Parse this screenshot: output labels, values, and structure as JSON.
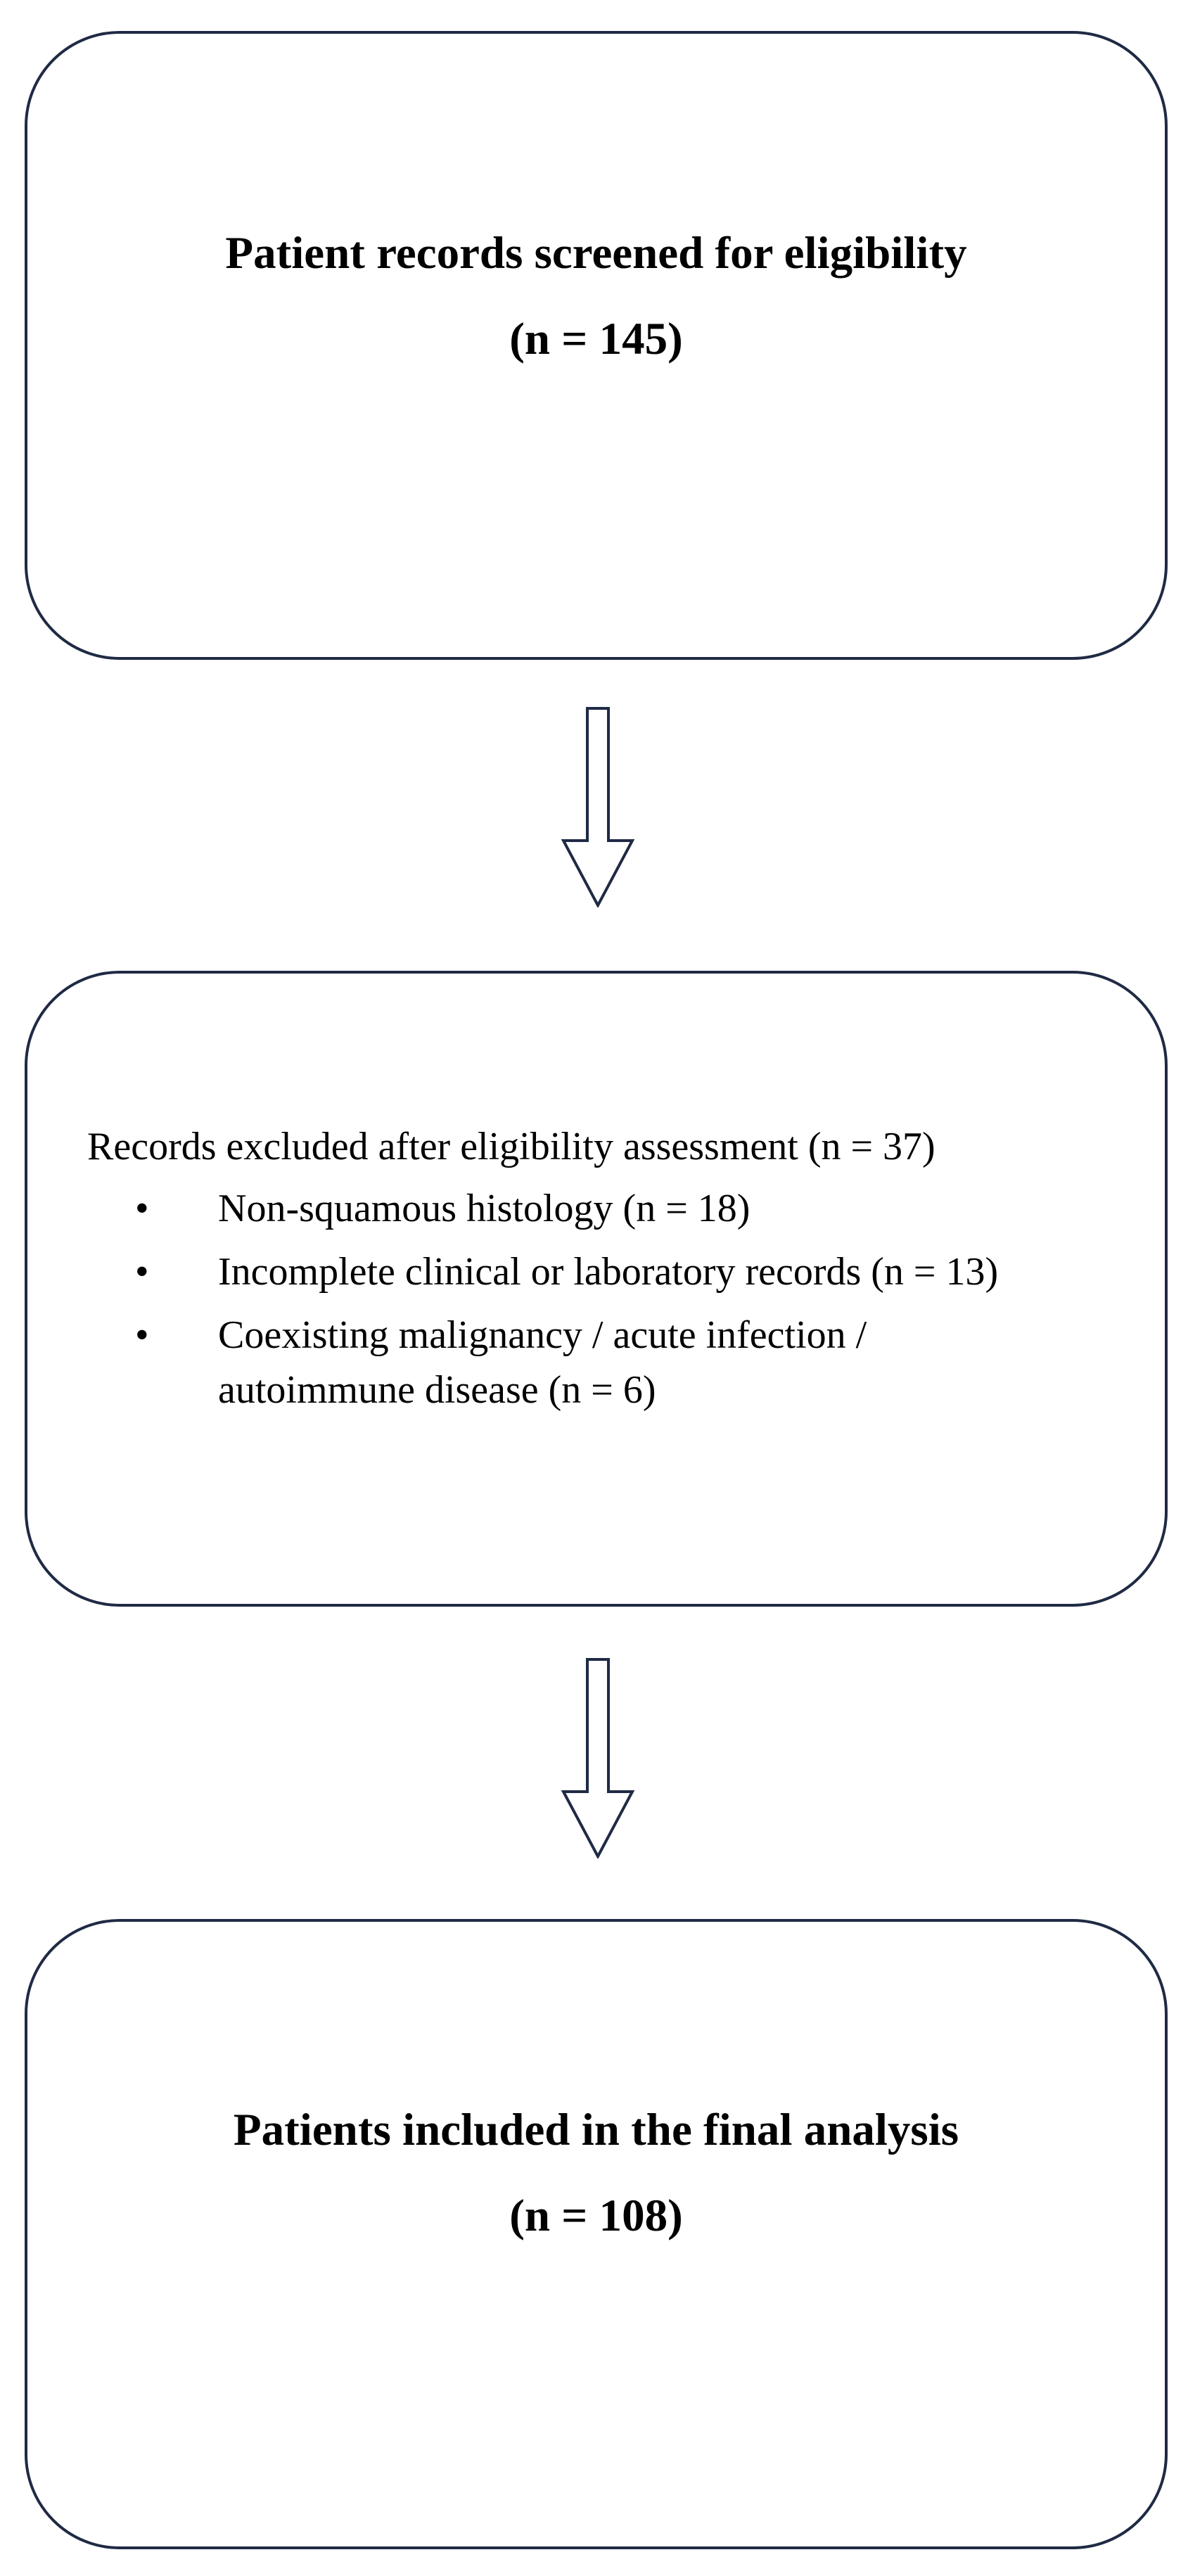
{
  "flow": {
    "screened": {
      "title": "Patient records screened for eligibility",
      "count": "(n = 145)"
    },
    "excluded": {
      "heading": "Records excluded after eligibility assessment (n = 37)",
      "bullet_glyph": "•",
      "reasons": [
        {
          "line1": "Non-squamous histology (n = 18)",
          "line2": ""
        },
        {
          "line1": "Incomplete clinical or laboratory records (n = 13)",
          "line2": ""
        },
        {
          "line1": "Coexisting malignancy / acute infection /",
          "line2": "autoimmune disease (n = 6)"
        }
      ]
    },
    "included": {
      "title": "Patients included in the final analysis",
      "count": "(n = 108)"
    }
  },
  "colors": {
    "box_border": "#1f2a44",
    "arrow_stroke": "#1f2a44",
    "text": "#000000",
    "background": "#ffffff"
  },
  "icons": {
    "connector": "hollow-down-arrow-icon"
  }
}
